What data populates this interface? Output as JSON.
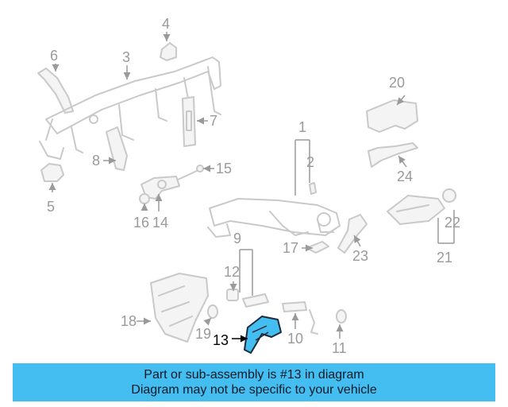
{
  "callouts": [
    "1",
    "2",
    "3",
    "4",
    "5",
    "6",
    "7",
    "8",
    "9",
    "10",
    "11",
    "12",
    "13",
    "14",
    "15",
    "16",
    "17",
    "18",
    "19",
    "20",
    "21",
    "22",
    "23",
    "24"
  ],
  "highlighted_part": "13",
  "colors": {
    "highlight": "#44bdf0",
    "banner": "#44bdf0",
    "callout_gray": "#9a9a9a",
    "part_stroke": "#c9c9c9"
  },
  "banner": {
    "line1": "Part or sub-assembly is #13 in diagram",
    "line2": "Diagram may not be specific to your vehicle"
  }
}
